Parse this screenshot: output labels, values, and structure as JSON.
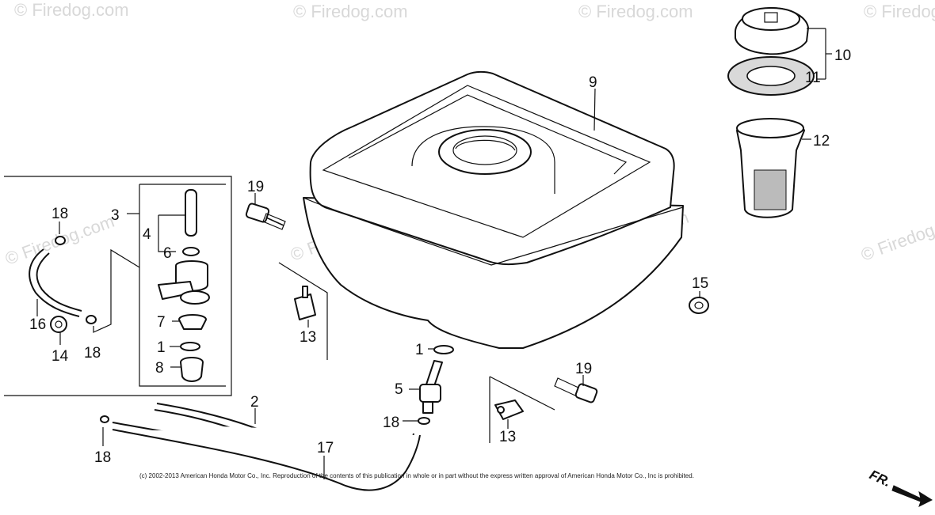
{
  "watermark": "© Firedog.com",
  "copyright": "(c) 2002-2013 American Honda Motor Co., Inc. Reproduction of the contents of this publication in whole or in part without the express written approval of American Honda Motor Co., Inc is prohibited.",
  "direction_label": "FR.",
  "parts": {
    "p1a": "1",
    "p1b": "1",
    "p2": "2",
    "p3": "3",
    "p4": "4",
    "p5": "5",
    "p6": "6",
    "p7": "7",
    "p8": "8",
    "p9": "9",
    "p10": "10",
    "p11": "11",
    "p12": "12",
    "p13a": "13",
    "p13b": "13",
    "p14": "14",
    "p15": "15",
    "p16": "16",
    "p17": "17",
    "p18a": "18",
    "p18b": "18",
    "p18c": "18",
    "p18d": "18",
    "p19a": "19",
    "p19b": "19"
  }
}
